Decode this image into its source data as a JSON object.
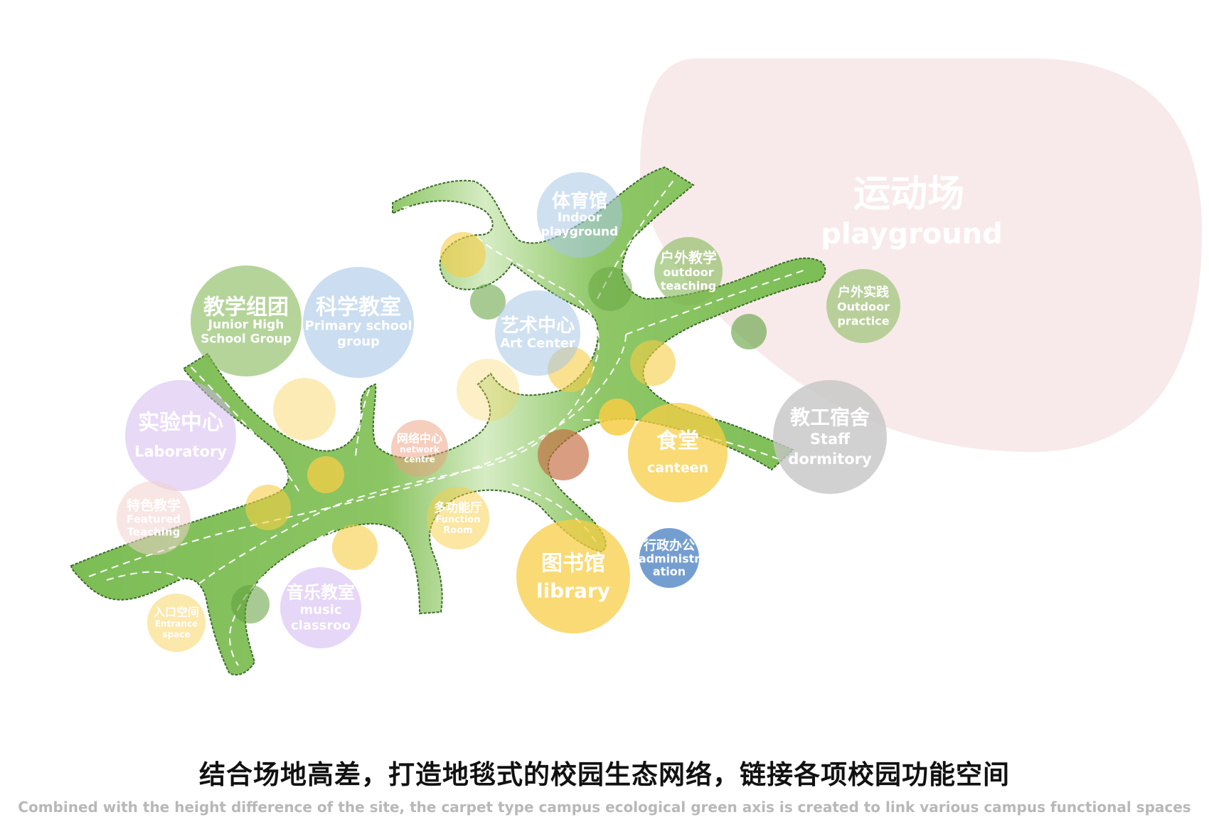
{
  "colors": {
    "playground": "#f7e6e6",
    "green_axis": "#7cbd55",
    "green_axis_light": "#d6ecc4",
    "green_axis_edge": "#3d6b2a",
    "yellow": "#f7cd45",
    "green": "#84b857",
    "blue": "#a8c6e6",
    "purple": "#d2b4f0",
    "salmon": "#eb9e7e",
    "grey": "#c6c6c6",
    "pink": "#f0d2ce",
    "dark_blue": "#5d8dc8"
  },
  "playground": {
    "cn": "运动场",
    "en": "playground"
  },
  "spaces": [
    {
      "key": "indoor-playground",
      "cn": "体育馆",
      "en": [
        "Indoor",
        "playground"
      ],
      "color": "blue",
      "opacity": 0.55
    },
    {
      "key": "outdoor-teaching",
      "cn": "户外教学",
      "en": [
        "outdoor",
        "teaching"
      ],
      "color": "green",
      "opacity": 0.6
    },
    {
      "key": "outdoor-practice",
      "cn": "户外实践",
      "en": [
        "Outdoor",
        "practice"
      ],
      "color": "green",
      "opacity": 0.55
    },
    {
      "key": "junior-high",
      "cn": "教学组团",
      "en": [
        "Junior High",
        "School Group"
      ],
      "color": "green",
      "opacity": 0.6
    },
    {
      "key": "primary-school",
      "cn": "科学教室",
      "en": [
        "Primary school",
        "group"
      ],
      "color": "blue",
      "opacity": 0.6
    },
    {
      "key": "art-center",
      "cn": "艺术中心",
      "en": [
        "Art Center"
      ],
      "color": "blue",
      "opacity": 0.55
    },
    {
      "key": "laboratory",
      "cn": "实验中心",
      "en": [
        "Laboratory"
      ],
      "color": "purple",
      "opacity": 0.5
    },
    {
      "key": "network-centre",
      "cn": "网络中心",
      "en": [
        "network",
        "centre"
      ],
      "color": "salmon",
      "opacity": 0.5
    },
    {
      "key": "canteen",
      "cn": "食堂",
      "en": [
        "canteen"
      ],
      "color": "yellow",
      "opacity": 0.75
    },
    {
      "key": "staff-dormitory",
      "cn": "教工宿舍",
      "en": [
        "Staff",
        "dormitory"
      ],
      "color": "grey",
      "opacity": 0.8
    },
    {
      "key": "featured-teaching",
      "cn": "特色教学",
      "en": [
        "Featured",
        "Teaching"
      ],
      "color": "pink",
      "opacity": 0.55
    },
    {
      "key": "function-room",
      "cn": "多功能厅",
      "en": [
        "Function",
        "Room"
      ],
      "color": "yellow",
      "opacity": 0.5
    },
    {
      "key": "library",
      "cn": "图书馆",
      "en": [
        "library"
      ],
      "color": "yellow",
      "opacity": 0.75
    },
    {
      "key": "administration",
      "cn": "行政办公",
      "en": [
        "administr",
        "ation"
      ],
      "color": "dark_blue",
      "opacity": 0.85
    },
    {
      "key": "music-classroom",
      "cn": "音乐教室",
      "en": [
        "music",
        "classroo"
      ],
      "color": "purple",
      "opacity": 0.55
    },
    {
      "key": "entrance-space",
      "cn": "入口空间",
      "en": [
        "Entrance",
        "space"
      ],
      "color": "yellow",
      "opacity": 0.45
    }
  ],
  "caption": {
    "cn": "结合场地高差，打造地毯式的校园生态网络，链接各项校园功能空间",
    "en": "Combined with the height difference of the site, the carpet type campus ecological green axis is created to link various campus functional spaces"
  }
}
